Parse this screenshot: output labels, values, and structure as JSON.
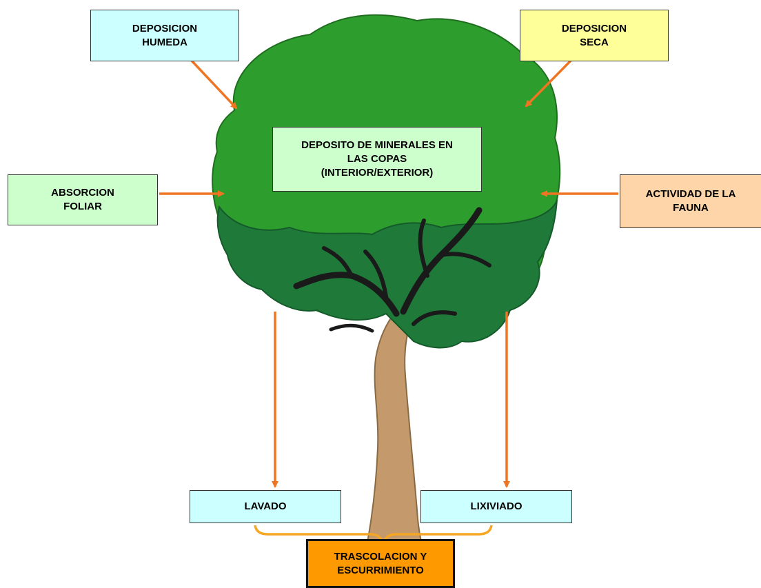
{
  "colors": {
    "arrow": "#f07522",
    "brace": "#f5a623",
    "foliage_light": "#2d9e2d",
    "foliage_dark": "#1f7a3a",
    "trunk": "#c49a6c",
    "branch": "#1a1a1a"
  },
  "labels": {
    "deposicion_humeda": "DEPOSICION\nHUMEDA",
    "deposicion_seca": "DEPOSICION\nSECA",
    "deposito_minerales": "DEPOSITO DE MINERALES EN\nLAS COPAS\n(INTERIOR/EXTERIOR)",
    "absorcion_foliar": "ABSORCION\nFOLIAR",
    "actividad_fauna": "ACTIVIDAD DE LA\nFAUNA",
    "lavado": "LAVADO",
    "lixiviado": "LIXIVIADO",
    "trascolacion": "TRASCOLACION Y\nESCURRIMIENTO"
  },
  "box_colors": {
    "deposicion_humeda": "#ccffff",
    "deposicion_seca": "#ffff99",
    "deposito_minerales": "#ccffcc",
    "absorcion_foliar": "#ccffcc",
    "actividad_fauna": "#fdd5a8",
    "lavado": "#ccffff",
    "lixiviado": "#ccffff",
    "trascolacion": "#ff9900"
  }
}
